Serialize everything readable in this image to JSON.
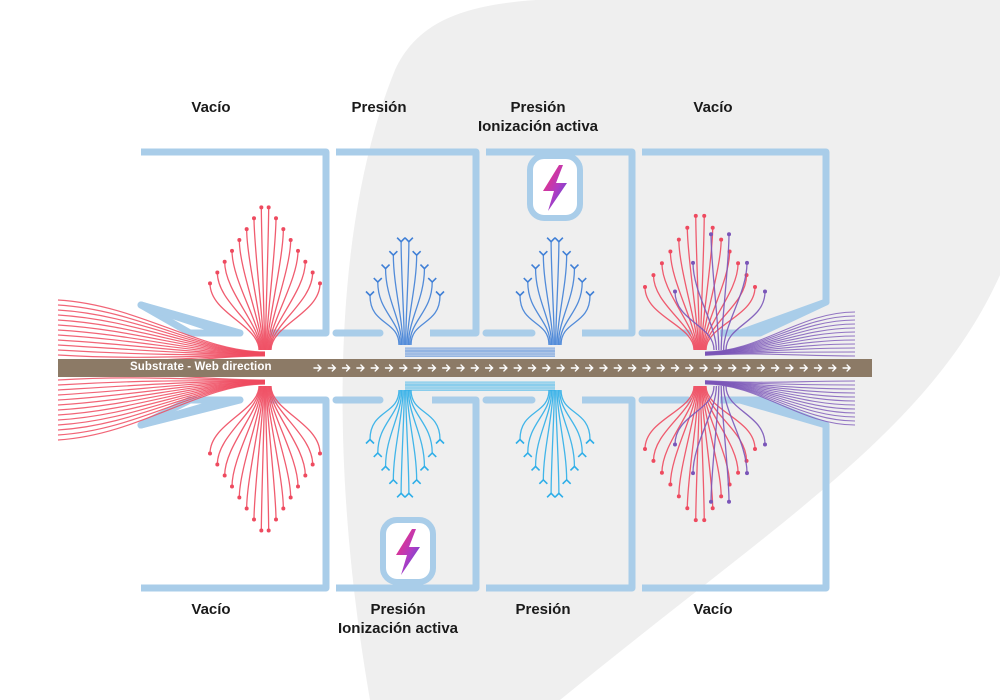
{
  "colors": {
    "chamber": "#a9cde9",
    "vacuum_flow": "#ee4a5f",
    "pressure_flow_top": "#3f7fd6",
    "pressure_flow_bottom": "#2eaee8",
    "purple_flow": "#7a55b8",
    "substrate": "#8c7a66",
    "background_shape": "#efefef"
  },
  "labels": {
    "top": [
      {
        "lines": [
          "Vacío"
        ]
      },
      {
        "lines": [
          "Presión"
        ]
      },
      {
        "lines": [
          "Presión",
          "Ionización activa"
        ]
      },
      {
        "lines": [
          "Vacío"
        ]
      }
    ],
    "bottom": [
      {
        "lines": [
          "Vacío"
        ]
      },
      {
        "lines": [
          "Presión",
          "Ionización activa"
        ]
      },
      {
        "lines": [
          "Presión"
        ]
      },
      {
        "lines": [
          "Vacío"
        ]
      }
    ]
  },
  "substrate": {
    "label": "Substrate - Web direction",
    "arrow_icon": "arrow-right-icon"
  },
  "icons": {
    "ionization": "lightning-bolt-icon"
  }
}
